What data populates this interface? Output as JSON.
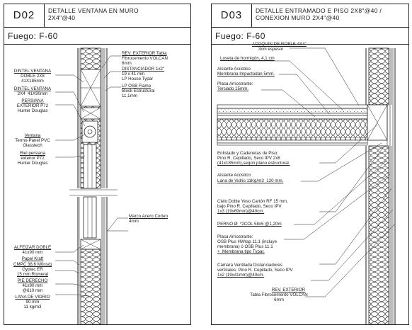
{
  "left": {
    "code": "D02",
    "title": "DETALLE VENTANA EN MURO\n2X4\"@40",
    "fire": "Fuego: F-60",
    "labels": {
      "rev_ext_1": "REV. EXTERIOR Tabla",
      "rev_ext_2": "Fibrocemento VOLCAN",
      "rev_ext_3": "6mm",
      "dist_1": "DISTANCIADOR 1x2\"",
      "dist_2": "19 x 41 mm",
      "dist_3": "LP House Typar",
      "lp_1": "LP OSB Flame",
      "lp_2": "Block Estructural",
      "lp_3": "11,1mm",
      "dintel_v_1": "DINTEL VENTANA",
      "dintel_v_2": "DOBLE 2X8",
      "dintel_v_3": "41X185mm",
      "dintel_v2_1": "DINTEL VENTANA",
      "dintel_v2_2": "2X4  41X90mm",
      "persiana_1": "PERSIANA",
      "persiana_2": "EXTERIOR P72",
      "persiana_3": "Hunter Douglas",
      "ventana_1": "Ventana",
      "ventana_2": "Termo-Panel PVC",
      "ventana_3": "Glasstech",
      "riel_1": "Riel persiana",
      "riel_2": "exterior P72",
      "riel_3": "Hunter Douglas",
      "marco_1": "Marco Acero Corten",
      "marco_2": "4mm",
      "alfeizar_1": "ALFEIZAR DOBLE",
      "alfeizar_2": "41x90 mm",
      "papel": "Papel Kraft",
      "cmpc_1": "CMPC 36,6 M0ns/g",
      "cmpc_2": "Gyplac ER",
      "cmpc_3": "15 mm Romeral",
      "pie_1": "PIE DERECHO",
      "pie_2": "41x90 mm",
      "pie_3": "@610 mm",
      "lana_1": "LANA DE VIDRIO",
      "lana_2": "90 mm",
      "lana_3": "11 kg/m3"
    }
  },
  "right": {
    "code": "D03",
    "title": "DETALLE ENTRAMADO E PISO 2X8\"@40 /\nCONEXION MURO 2X4\"@40",
    "fire": "Fuego: F-60",
    "labels": {
      "adoquin_1": "ADOQUIN DE ROBLE 4X4\"",
      "adoquin_2": "3cm espesor",
      "losa": "Loseta de hormigón, 4,1 cm",
      "aislante_1": "Aislante Acústico",
      "aislante_2": "Membrana Impactodan 5mm.",
      "placa1_1": "Placa Arriostrante:",
      "placa1_2": "Terciado 15mm.",
      "enlis_1": "Enlistado y Cadenetas de Piso:",
      "enlis_2": "Pino R. Cepillado, Seco IPV 2x8",
      "enlis_3": "(41x185mm),según plano estructural.",
      "ais2_1": "Aislante Acústico:",
      "ais2_2": "Lana de Vidrio 11Kg/m3  120 mm.",
      "cielo_1": "Cielo:Doble Yeso Cartón RF 15 mm,",
      "cielo_2": "bajo Pino R. Cepillado, Seco IPV",
      "cielo_3": "1x3 (19x69mm)@40cm.",
      "perno": "PERNO Ø  *2COL 58x5 @1,20m",
      "placa2_1": "Placa Arriostrante:",
      "placa2_2": "OSB Plus HWrap 11.1 (incluye",
      "placa2_3": "membrana) ó OSB Plus 11.1",
      "placa2_4": "+  Membrana tipo Typar.",
      "camara_1": "Cámara Ventilada Distanciadores",
      "camara_2": "verticales: Pino R. Cepillado, Seco IPV",
      "camara_3": "1x2 (19x41mm)@40cm.",
      "rev_1": "REV. EXTERIOR",
      "rev_2": "Tabla Fibrocemento VOLCAN",
      "rev_3": "6mm"
    }
  }
}
